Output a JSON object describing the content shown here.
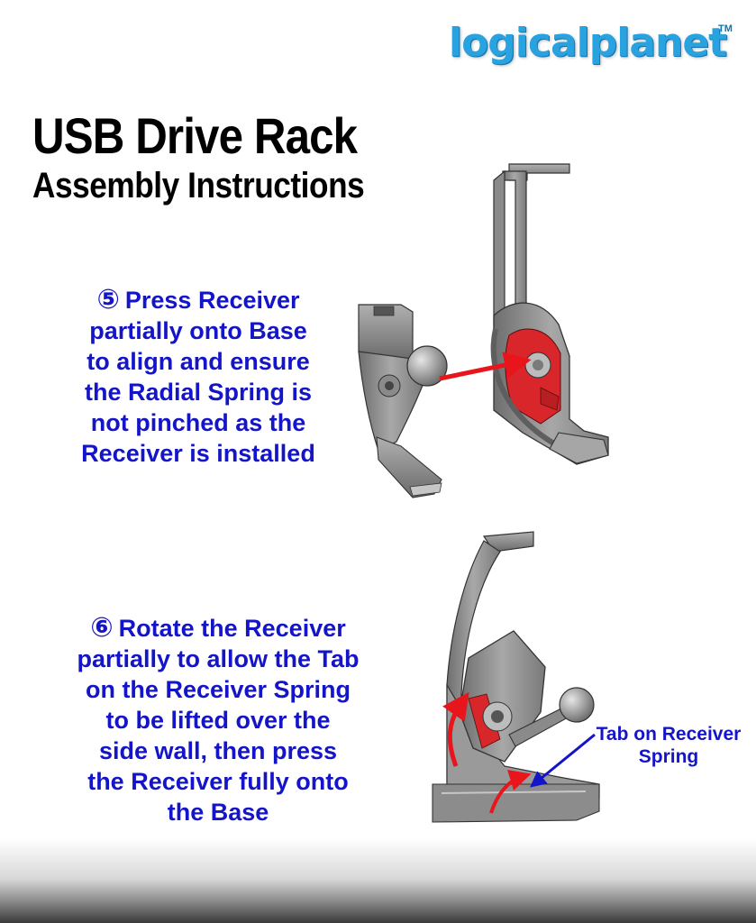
{
  "brand": {
    "logo_text": "logicalplanet",
    "trademark": "TM"
  },
  "header": {
    "title": "USB Drive Rack",
    "subtitle": "Assembly Instructions"
  },
  "steps": [
    {
      "number": "⑤",
      "lines": [
        "Press Receiver",
        "partially onto Base",
        "to align and ensure",
        "the Radial Spring is",
        "not pinched as the",
        "Receiver is installed"
      ]
    },
    {
      "number": "⑥",
      "lines": [
        "Rotate the Receiver",
        "partially to allow the Tab",
        "on the Receiver Spring",
        "to be lifted over the",
        "side wall, then press",
        "the Receiver fully onto",
        "the Base"
      ]
    }
  ],
  "callout": {
    "lines": [
      "Tab on Receiver",
      "Spring"
    ]
  },
  "colors": {
    "instruction_text": "#1414c8",
    "arrow_red": "#e8161c",
    "part_gray": "#8c8c8c",
    "highlight_red": "#d8262b",
    "logo_blue": "#29a3e0"
  }
}
